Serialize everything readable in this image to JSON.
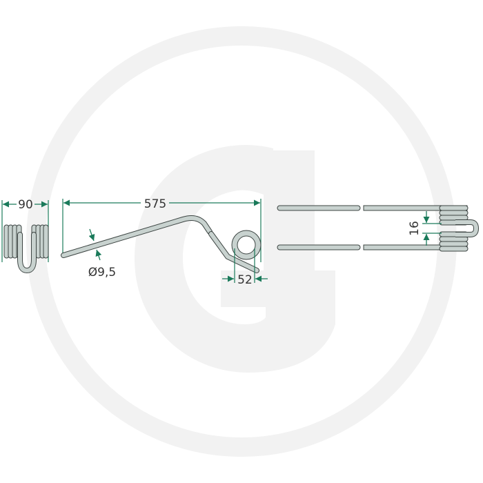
{
  "colors": {
    "background": "#ffffff",
    "watermark": "#f2f2f2",
    "dimension_line": "#1a7a5a",
    "wire_fill": "#c8d2cf",
    "wire_outline": "#3c4442",
    "text": "#333333"
  },
  "watermark": {
    "shape": "circle-G-logo"
  },
  "views": {
    "side_view": {
      "dimension_width": "90"
    },
    "front_view": {
      "dimension_length": "575",
      "dimension_wire_diameter": "Ø9,5",
      "dimension_coil_diameter": "52"
    },
    "top_view": {
      "dimension_gap": "16"
    }
  }
}
